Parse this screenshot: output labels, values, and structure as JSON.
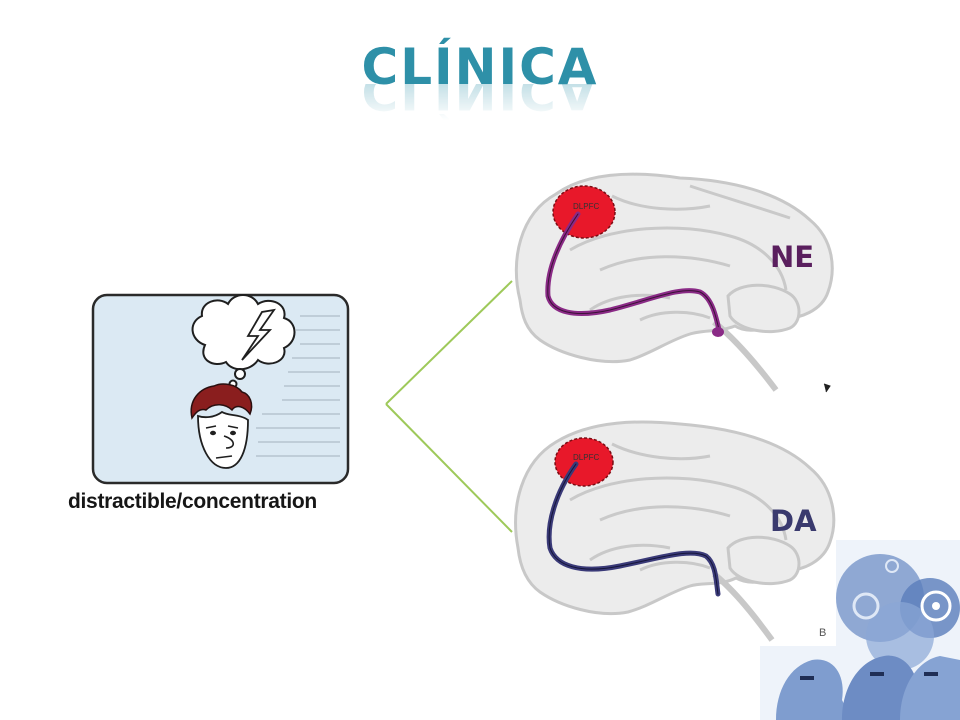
{
  "slide": {
    "title": "CLÍNICA",
    "caption": "distractible/concentration",
    "top_brain": {
      "label": "NE",
      "region": "DLPFC",
      "pathway_color": "#8a2a86"
    },
    "bottom_brain": {
      "label": "DA",
      "region": "DLPFC",
      "pathway_color": "#3a3a78"
    },
    "corner_mark": "B",
    "colors": {
      "title": "#2e90a8",
      "connector": "#9ec95a",
      "region_fill": "#e8182a",
      "card_bg": "#dbe9f3"
    }
  }
}
